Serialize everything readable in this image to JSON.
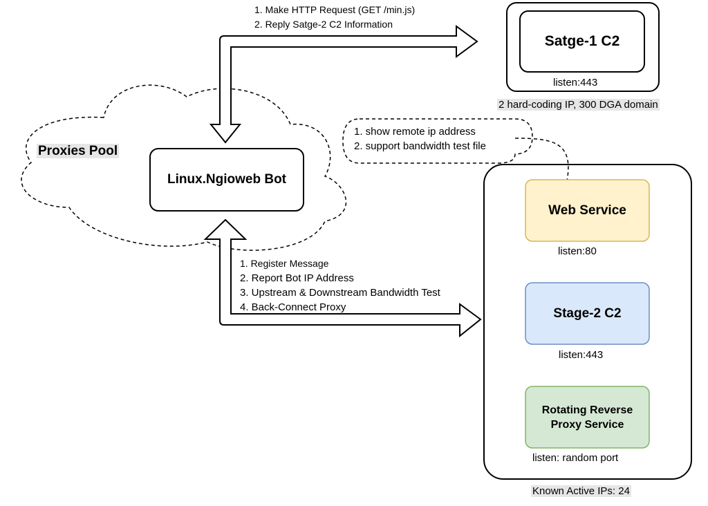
{
  "pool": {
    "label": "Proxies Pool"
  },
  "bot": {
    "label": "Linux.Ngioweb Bot"
  },
  "stage1": {
    "label": "Satge-1 C2",
    "listen": "listen:443",
    "note": "2 hard-coding IP, 300 DGA domain"
  },
  "flow_top": {
    "steps": [
      "1. Make HTTP Request (GET /min.js)",
      "2. Reply Satge-2 C2 Information"
    ]
  },
  "callout": {
    "lines": [
      "1. show remote ip address",
      "2. support bandwidth test file"
    ]
  },
  "flow_bottom": {
    "steps": [
      "1. Register Message",
      "2. Report Bot IP Address",
      "3. Upstream & Downstream Bandwidth Test",
      "4. Back-Connect Proxy"
    ]
  },
  "server": {
    "web": {
      "label": "Web Service",
      "listen": "listen:80",
      "fill": "#fff2cc",
      "stroke": "#d6b656"
    },
    "stage2": {
      "label": "Stage-2 C2",
      "listen": "listen:443",
      "fill": "#dae8fc",
      "stroke": "#6c8ebf"
    },
    "proxy": {
      "label_line1": "Rotating Reverse",
      "label_line2": "Proxy Service",
      "listen": "listen: random port",
      "fill": "#d5e8d4",
      "stroke": "#82b366"
    },
    "footer": "Known Active IPs: 24"
  }
}
